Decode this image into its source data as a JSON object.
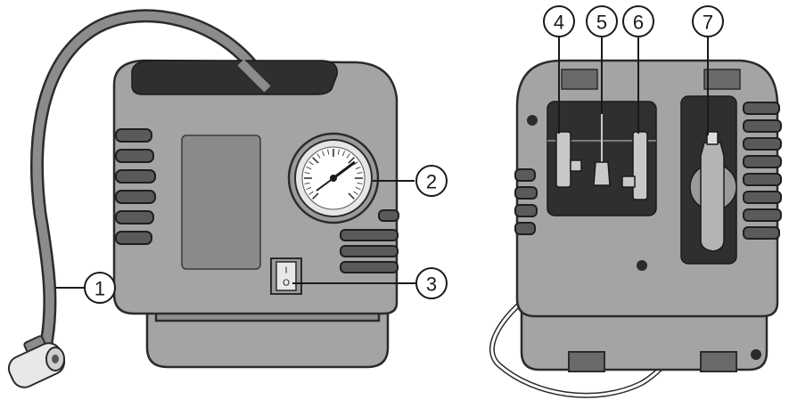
{
  "callouts": [
    {
      "id": "1",
      "label": "1"
    },
    {
      "id": "2",
      "label": "2"
    },
    {
      "id": "3",
      "label": "3"
    },
    {
      "id": "4",
      "label": "4"
    },
    {
      "id": "5",
      "label": "5"
    },
    {
      "id": "6",
      "label": "6"
    },
    {
      "id": "7",
      "label": "7"
    }
  ],
  "switch": {
    "on_symbol": "I",
    "off_symbol": "O"
  },
  "colors": {
    "body": "#9a9a9a",
    "dark": "#2f2f2f",
    "outline": "#2b2b2b",
    "hose": "#8c8c8c"
  }
}
